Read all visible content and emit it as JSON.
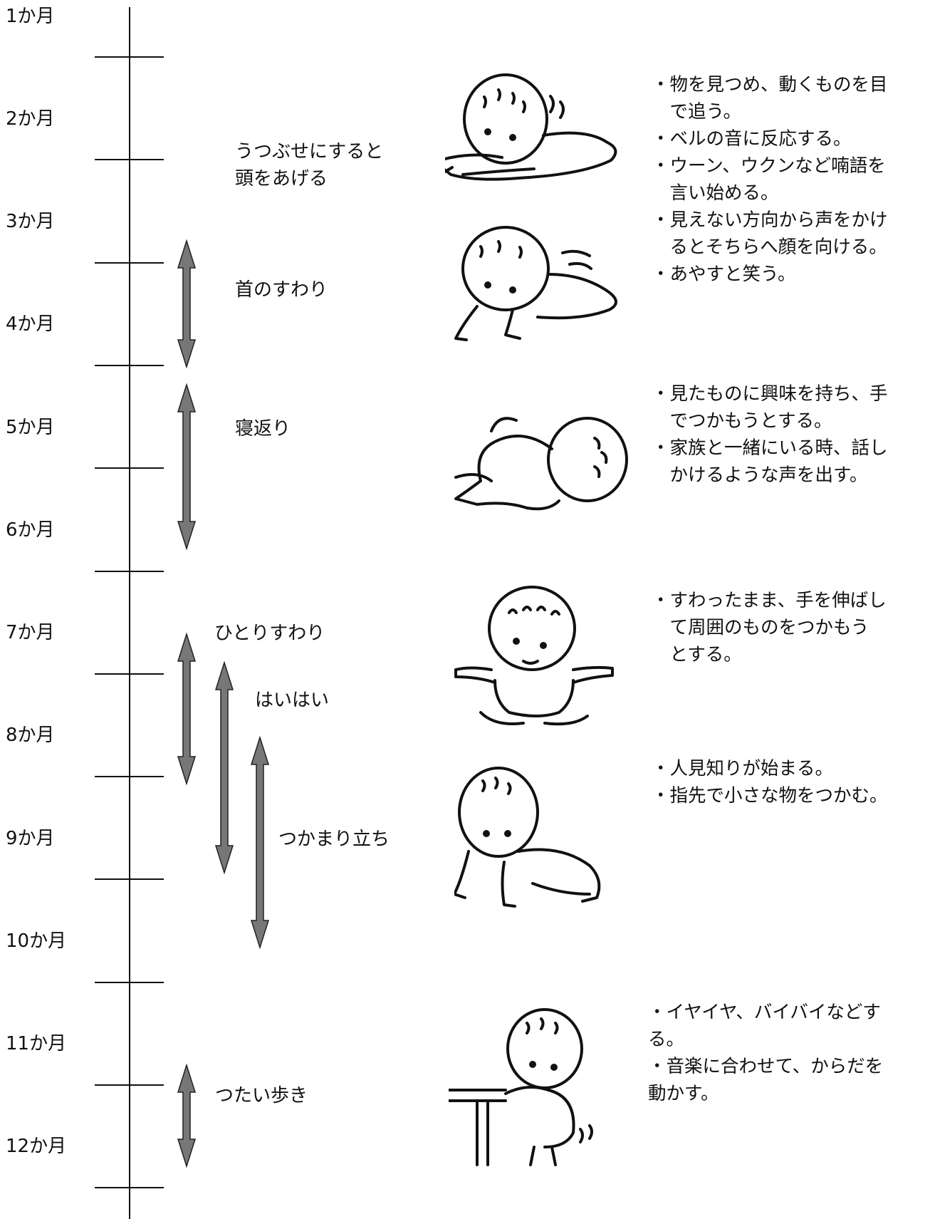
{
  "timeline": {
    "months": [
      "1か月",
      "2か月",
      "3か月",
      "4か月",
      "5か月",
      "6か月",
      "7か月",
      "8か月",
      "9か月",
      "10か月",
      "11か月",
      "12か月"
    ]
  },
  "milestones": [
    {
      "id": "head-lift",
      "label_lines": [
        "うつぶせにすると",
        "頭をあげる"
      ]
    },
    {
      "id": "neck",
      "label_lines": [
        "首のすわり"
      ]
    },
    {
      "id": "rollover",
      "label_lines": [
        "寝返り"
      ]
    },
    {
      "id": "sitting",
      "label_lines": [
        "ひとりすわり"
      ]
    },
    {
      "id": "crawling",
      "label_lines": [
        "はいはい"
      ]
    },
    {
      "id": "pull-to-stand",
      "label_lines": [
        "つかまり立ち"
      ]
    },
    {
      "id": "cruising",
      "label_lines": [
        "つたい歩き"
      ]
    }
  ],
  "notes": [
    {
      "id": "note-2-4",
      "lines": [
        "・物を見つめ、動くものを目",
        "　で追う。",
        "・ベルの音に反応する。",
        "・ウーン、ウクンなど喃語を",
        "　言い始める。",
        "・見えない方向から声をかけ",
        "　るとそちらへ顔を向ける。",
        "・あやすと笑う。"
      ]
    },
    {
      "id": "note-5-6",
      "lines": [
        "・見たものに興味を持ち、手",
        "　でつかもうとする。",
        "・家族と一緒にいる時、話し",
        "　かけるような声を出す。"
      ]
    },
    {
      "id": "note-7",
      "lines": [
        "・すわったまま、手を伸ばし",
        "　て周囲のものをつかもう",
        "　とする。"
      ]
    },
    {
      "id": "note-8-9",
      "lines": [
        "・人見知りが始まる。",
        "・指先で小さな物をつかむ。"
      ]
    },
    {
      "id": "note-11-12",
      "lines": [
        "・イヤイヤ、バイバイなどす",
        "る。",
        "・音楽に合わせて、からだを",
        "動かす。"
      ]
    }
  ],
  "colors": {
    "arrow": "#777777",
    "arrow_stroke": "#222222",
    "line": "#111111"
  }
}
